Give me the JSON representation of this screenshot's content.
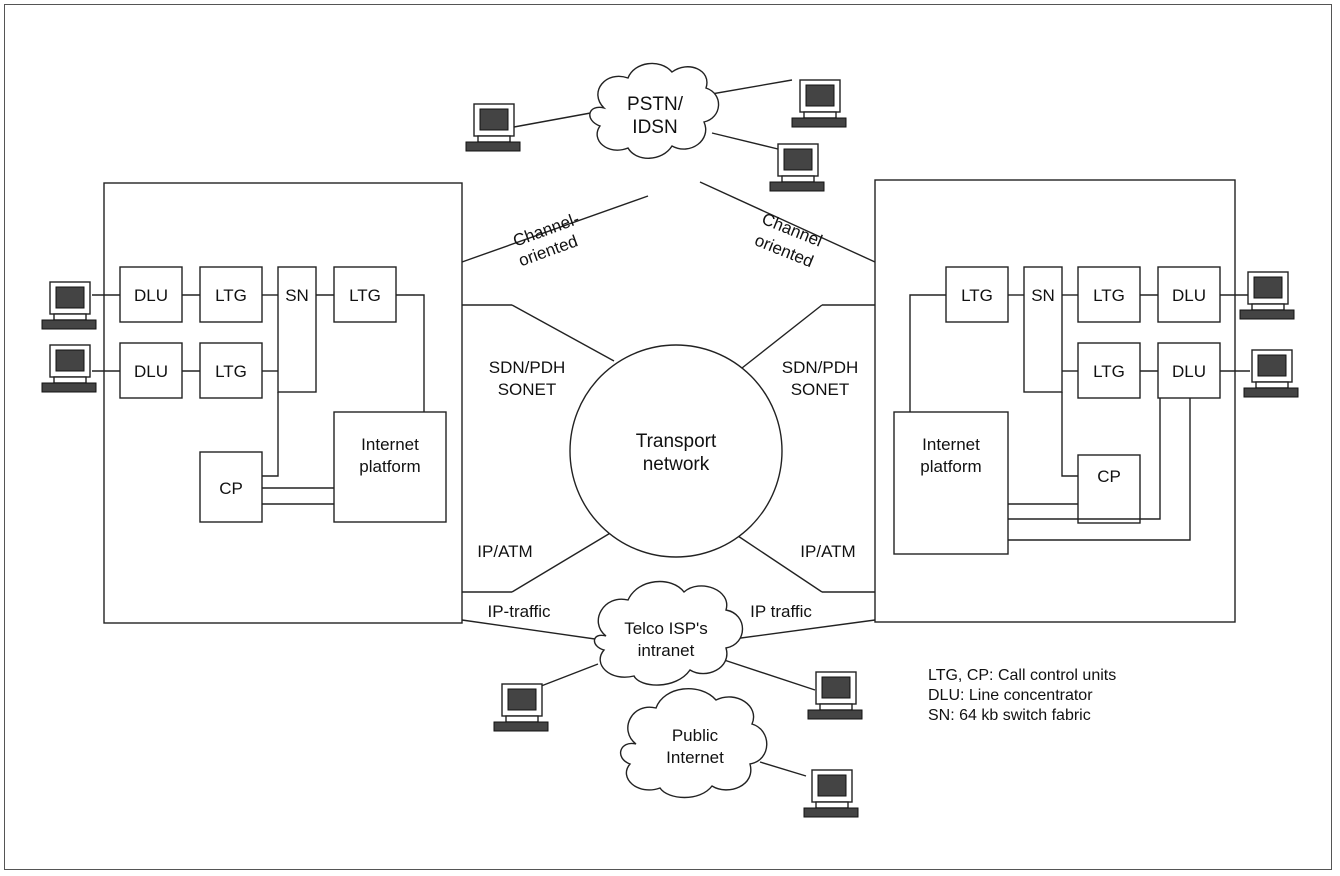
{
  "switch_left": {
    "units": {
      "dlu1": "DLU",
      "ltg1": "LTG",
      "sn": "SN",
      "ltg2": "LTG",
      "dlu2": "DLU",
      "ltg3": "LTG",
      "cp": "CP",
      "internet_platform_line1": "Internet",
      "internet_platform_line2": "platform"
    }
  },
  "switch_right": {
    "units": {
      "ltg1": "LTG",
      "sn": "SN",
      "ltg2": "LTG",
      "dlu1": "DLU",
      "ltg3": "LTG",
      "dlu2": "DLU",
      "cp": "CP",
      "internet_platform_line1": "Internet",
      "internet_platform_line2": "platform"
    }
  },
  "clouds": {
    "pstn_line1": "PSTN/",
    "pstn_line2": "IDSN",
    "telco_line1": "Telco ISP's",
    "telco_line2": "intranet",
    "public_line1": "Public",
    "public_line2": "Internet"
  },
  "transport": {
    "line1": "Transport",
    "line2": "network"
  },
  "links": {
    "left_channel_line1": "Channel-",
    "left_channel_line2": "oriented",
    "right_channel_line1": "Channel",
    "right_channel_line2": "oriented",
    "left_sdh_line1": "SDN/PDH",
    "left_sdh_line2": "SONET",
    "right_sdh_line1": "SDN/PDH",
    "right_sdh_line2": "SONET",
    "left_ipatm": "IP/ATM",
    "right_ipatm": "IP/ATM",
    "left_iptraffic": "IP-traffic",
    "right_iptraffic": "IP traffic"
  },
  "legend": {
    "line1": "LTG, CP: Call control units",
    "line2": "DLU: Line concentrator",
    "line3": "SN: 64 kb switch fabric"
  }
}
